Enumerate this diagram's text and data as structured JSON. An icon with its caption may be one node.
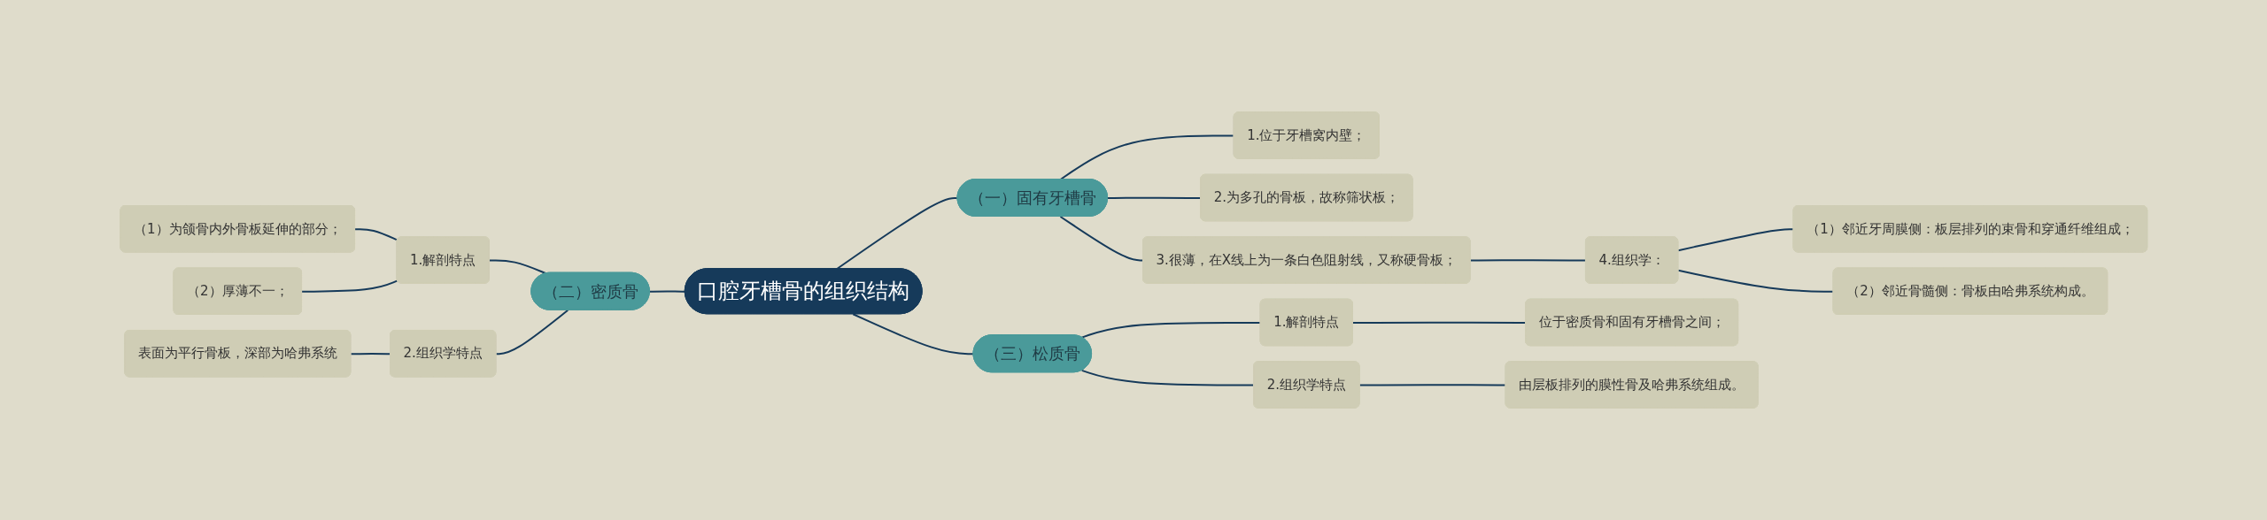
{
  "diagram": {
    "nodes": [
      {
        "text": [
          "口腔牙槽骨的组织结构"
        ]
      },
      {
        "text": [
          "（一）固有牙槽骨"
        ]
      },
      {
        "text": [
          "1.位于牙槽窝内壁；"
        ]
      },
      {
        "text": [
          "2.为多孔的骨板，故称筛状板；"
        ]
      },
      {
        "text": [
          "3.很薄，在X线上为一条白色阻射线，又称硬骨板；"
        ]
      },
      {
        "text": [
          "4.组织学："
        ]
      },
      {
        "text": [
          "（1）邻近牙周膜侧：板层排列的束骨和穿通纤维组成；"
        ]
      },
      {
        "text": [
          "（2）邻近骨髓侧：骨板由哈弗系统构成。"
        ]
      },
      {
        "text": [
          "（二）密质骨"
        ]
      },
      {
        "text": [
          "1.解剖特点"
        ]
      },
      {
        "text": [
          "（1）为颌骨内外骨板延伸的部分；"
        ]
      },
      {
        "text": [
          "（2）厚薄不一；"
        ]
      },
      {
        "text": [
          "2.组织学特点"
        ]
      },
      {
        "text": [
          "表面为平行骨板，深部为哈弗系统"
        ]
      },
      {
        "text": [
          "（三）松质骨"
        ]
      },
      {
        "text": [
          "1.解剖特点"
        ]
      },
      {
        "text": [
          "位于密质骨和固有牙槽骨之间；"
        ]
      },
      {
        "text": [
          "2.组织学特点"
        ]
      },
      {
        "text": [
          "由层板排列的膜性骨及哈弗系统组成。"
        ]
      }
    ],
    "edges": [
      {
        "from": 0,
        "to": 1,
        "arrow": "none"
      },
      {
        "from": 1,
        "to": 2,
        "arrow": "none"
      },
      {
        "from": 1,
        "to": 3,
        "arrow": "none"
      },
      {
        "from": 1,
        "to": 4,
        "arrow": "none"
      },
      {
        "from": 4,
        "to": 5,
        "arrow": "none"
      },
      {
        "from": 5,
        "to": 6,
        "arrow": "none"
      },
      {
        "from": 5,
        "to": 7,
        "arrow": "none"
      },
      {
        "from": 0,
        "to": 8,
        "arrow": "none"
      },
      {
        "from": 8,
        "to": 9,
        "arrow": "none"
      },
      {
        "from": 9,
        "to": 10,
        "arrow": "none"
      },
      {
        "from": 9,
        "to": 11,
        "arrow": "none"
      },
      {
        "from": 8,
        "to": 12,
        "arrow": "none"
      },
      {
        "from": 12,
        "to": 13,
        "arrow": "none"
      },
      {
        "from": 0,
        "to": 14,
        "arrow": "none"
      },
      {
        "from": 14,
        "to": 15,
        "arrow": "none"
      },
      {
        "from": 15,
        "to": 16,
        "arrow": "none"
      },
      {
        "from": 14,
        "to": 17,
        "arrow": "none"
      },
      {
        "from": 17,
        "to": 18,
        "arrow": "none"
      }
    ]
  }
}
